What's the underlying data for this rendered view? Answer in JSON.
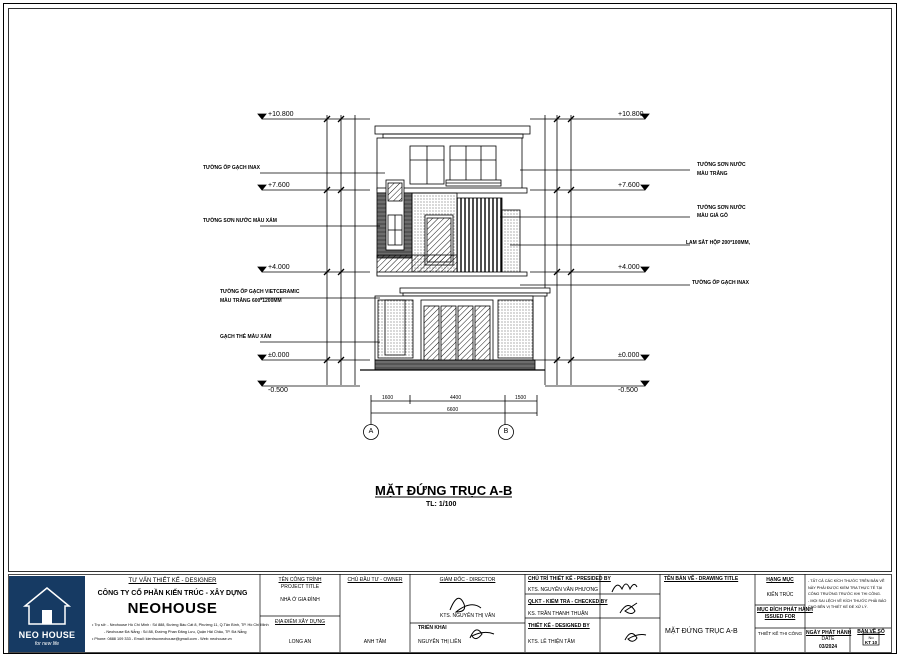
{
  "drawing": {
    "title": "MẶT ĐỨNG TRỤC A-B",
    "scale": "TL: 1/100",
    "levels": {
      "l1": "+10.800",
      "l2": "+7.600",
      "l3": "+4.000",
      "l4": "±0.000",
      "l5": "-0.500"
    },
    "axes": {
      "a": "A",
      "b": "B"
    },
    "bottom_dims": {
      "d1": "1600",
      "d2": "4400",
      "d3": "1500",
      "total": "6600"
    },
    "labels_left": {
      "t1": "TƯỜNG ỐP GẠCH INAX",
      "t2": "TƯỜNG SƠN NƯỚC MÀU XÁM",
      "t3a": "TƯỜNG ỐP GẠCH VIETCERAMIC",
      "t3b": "MÀU TRẮNG 600*1200MM",
      "t4": "GẠCH THẺ MÀU XÁM"
    },
    "labels_right": {
      "r1a": "TƯỜNG SƠN NƯỚC",
      "r1b": "MÀU TRẮNG",
      "r2a": "TƯỜNG SƠN NƯỚC",
      "r2b": "MÀU GIẢ GỖ",
      "r3": "LAM SẮT HỘP 200*100MM,",
      "r4": "TƯỜNG ỐP GẠCH INAX"
    }
  },
  "title_block": {
    "designer_header": "TƯ VẤN THIẾT KẾ - DESIGNER",
    "company_name": "CÔNG TY CỔ PHẦN KIẾN TRÚC - XÂY DỰNG",
    "brand": "NEOHOUSE",
    "logo_name": "NEO HOUSE",
    "logo_tag": "for new life",
    "addr1": "• Trụ sở: - Neohouse Hồ Chí Minh : Số 888, Đường Bàu Cát 8, Phường 11, Q.Tân Bình, TP. Hồ Chí Minh",
    "addr2": "- Neohouse Đà Nẵng : Số 88, Đường Phan Đăng Lưu, Quận Hải Châu, TP. Đà Nẵng",
    "addr3": "• Phone: 0888 109 333 - Email: kientrucneohouse@gmail.com - Web: neohouse.vn",
    "project_title_label": "TÊN CÔNG TRÌNH",
    "project_title_en": "PROJECT TITLE",
    "project_title": "NHÀ Ở GIA ĐÌNH",
    "location_label": "ĐỊA ĐIỂM XÂY DỰNG",
    "location": "LONG AN",
    "owner_label": "CHỦ ĐẦU TƯ - OWNER",
    "owner": "ANH TÂM",
    "director_label": "GIÁM ĐỐC - DIRECTOR",
    "director": "KTS. NGUYỄN THỊ VÂN",
    "deployed_label": "TRIỂN KHAI",
    "deployed": "NGUYỄN THỊ LIÊN",
    "presided_label": "CHỦ TRÌ THIẾT KẾ - PRESIDED BY",
    "presided": "KTS. NGUYỄN VĂN PHƯƠNG",
    "checked_label": "QLKT - KIỂM TRA - CHECKED BY",
    "checked": "KS. TRẦN THANH THUẬN",
    "designed_label": "THIẾT KẾ - DESIGNED BY",
    "designed": "KTS. LÊ THIỆN TÂM",
    "drawing_title_label": "TÊN BẢN VẼ - DRAWING TITLE",
    "drawing_title": "MẶT ĐỨNG TRỤC A-B",
    "category_label": "HẠNG MỤC",
    "category": "KIẾN TRÚC",
    "issued_label": "MỤC ĐÍCH PHÁT HÀNH",
    "issued_en": "ISSUED FOR",
    "issued": "THIẾT KẾ THI CÔNG",
    "date_label": "NGÀY PHÁT HÀNH",
    "date_en": "DATE",
    "date": "03/2024",
    "sheet_label": "BẢN VẼ SỐ",
    "sheet_en": "No",
    "sheet_no": "KT 10",
    "notes1": "- TẤT CẢ CÁC KÍCH THƯỚC TRÊN BẢN VẼ",
    "notes2": "NÀY PHẢI ĐƯỢC KIỂM TRA THỰC TẾ TẠI",
    "notes3": "CÔNG TRƯỜNG TRƯỚC KHI THI CÔNG.",
    "notes4": "- MỌI SAI LỆCH VỀ KÍCH THƯỚC PHẢI BÁO",
    "notes5": "CHO BÊN VỊ THIẾT KẾ ĐỂ XỬ LÝ."
  }
}
